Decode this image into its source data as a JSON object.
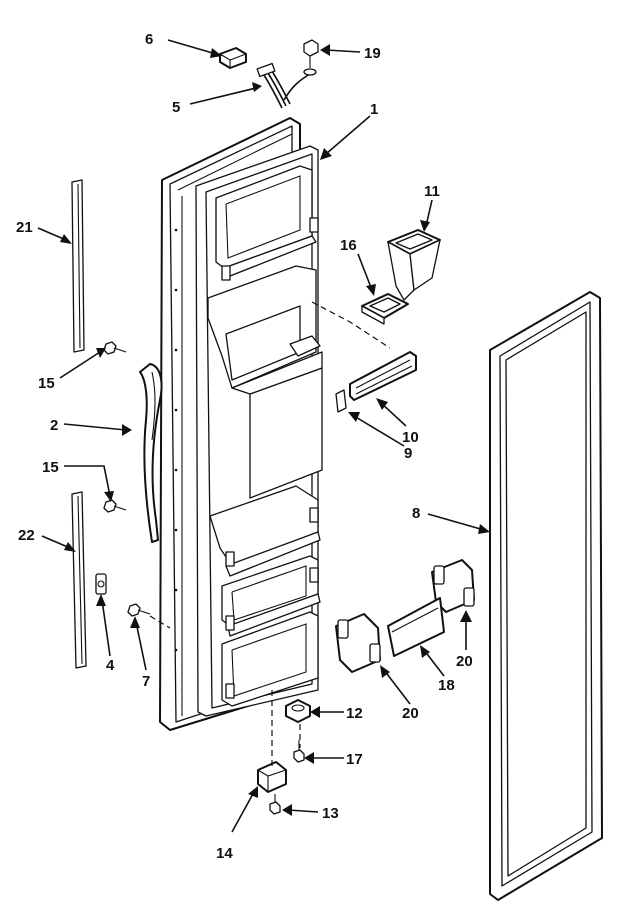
{
  "callouts": {
    "door": "1",
    "handle": "2",
    "clip_4": "4",
    "wire_harness": "5",
    "connector": "6",
    "screw_7": "7",
    "door_gasket": "8",
    "cover_9": "9",
    "trim_10": "10",
    "chute": "11",
    "hinge_bushing": "12",
    "screw_13": "13",
    "hinge_14": "14",
    "screw_15a": "15",
    "screw_15b": "15",
    "flapper": "16",
    "screw_17": "17",
    "bin_cover": "18",
    "screw_19": "19",
    "bin_20a": "20",
    "bin_20b": "20",
    "trim_strip_21": "21",
    "trim_strip_22": "22"
  },
  "colors": {
    "ink": "#111111",
    "paper": "#ffffff"
  }
}
